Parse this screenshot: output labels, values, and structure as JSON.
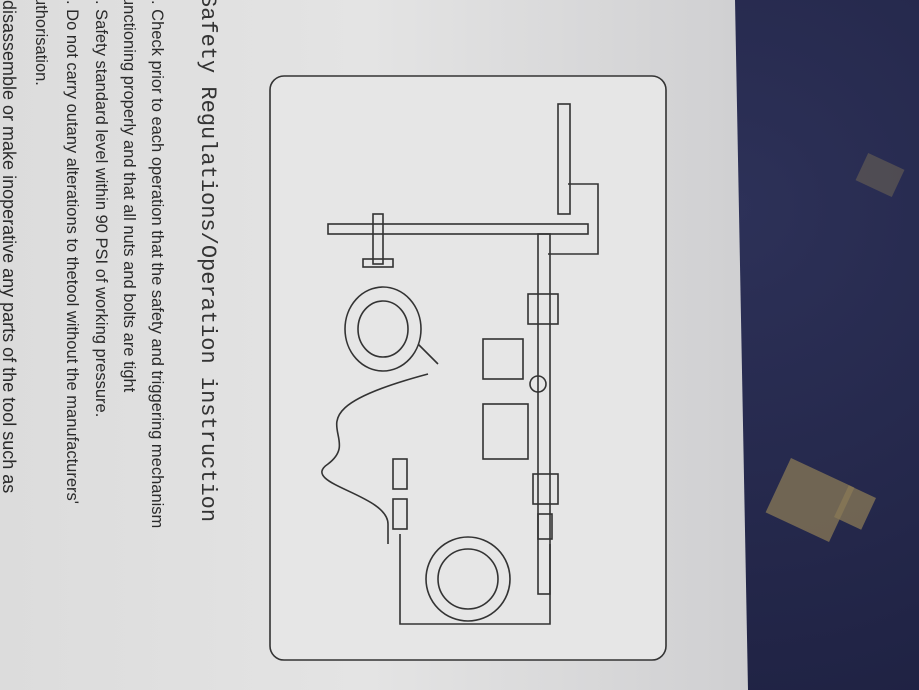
{
  "document": {
    "title": "Safety Regulations/Operation instruction",
    "lines": [
      ". Check prior to each operation that the safety and triggering mechanism",
      "unctioning properly and that all nuts and bolts are tight",
      ". Safety standard level within 90 PSI of working pressure.",
      ". Do not carry outany alterations to thetool without the manufacturers'",
      "uthorisation.",
      "   disassemble or make inoperative any parts of the tool such as"
    ]
  },
  "colors": {
    "paper": "#e0e0e0",
    "background": "#23264a",
    "ink": "#2a2a2a"
  }
}
